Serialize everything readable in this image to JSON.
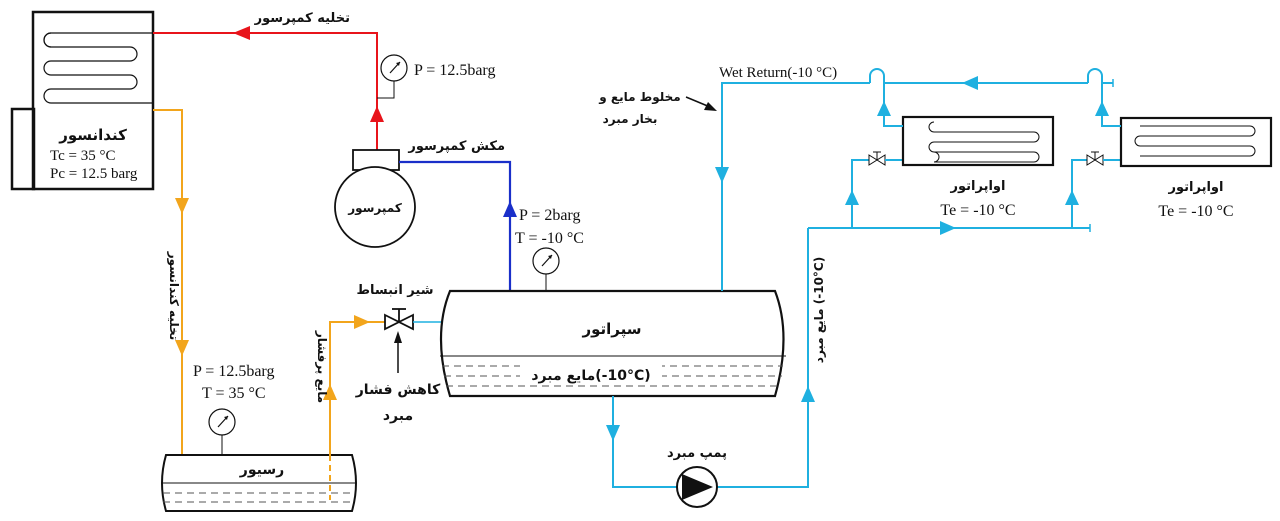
{
  "colors": {
    "discharge": "#e8141b",
    "suction": "#1a2fc9",
    "liquid_hp": "#f2a51c",
    "cold": "#1fb0e0",
    "outline": "#111111"
  },
  "condenser": {
    "label": "کندانسور",
    "tc": "Tc = 35 °C",
    "pc": "Pc = 12.5 barg"
  },
  "compressor": {
    "label": "کمپرسور",
    "discharge_label": "تخلیه کمپرسور",
    "discharge_pressure": "P = 12.5barg",
    "suction_label": "مکش کمپرسور",
    "suction_pressure": "P = 2barg",
    "suction_temp": "T = -10 °C"
  },
  "condenser_drain": {
    "label": "تخلیه کندانسور"
  },
  "receiver": {
    "label": "رسیور",
    "pressure": "P = 12.5barg",
    "temp": "T = 35 °C"
  },
  "hp_liquid": {
    "label": "مایع پرفشار"
  },
  "expansion_valve": {
    "label": "شیر انبساط",
    "note_line1": "کاهش فشار",
    "note_line2": "مبرد"
  },
  "separator": {
    "label": "سپراتور",
    "liquid_label": "مایع مبرد(-10°C)"
  },
  "pump": {
    "label": "پمپ مبرد"
  },
  "liquid_supply": {
    "label": "مایع مبرد (-10°C)"
  },
  "wet_return": {
    "label": "Wet Return(-10 °C)",
    "note_line1": "مخلوط مایع و",
    "note_line2": "بخار مبرد"
  },
  "evaporators": [
    {
      "label": "اواپراتور",
      "temp": "Te = -10 °C"
    },
    {
      "label": "اواپراتور",
      "temp": "Te = -10 °C"
    }
  ]
}
